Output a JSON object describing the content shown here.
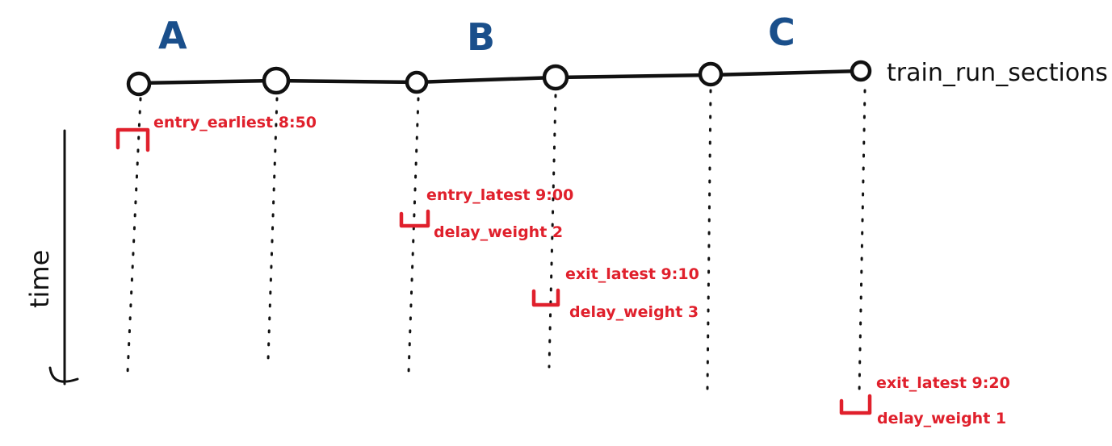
{
  "section_labels": [
    "A",
    "B",
    "C"
  ],
  "track_label": "train_run_sections",
  "axis_label": "time",
  "annotations": {
    "entry_earliest": "entry_earliest 8:50",
    "entry_latest": "entry_latest 9:00",
    "delay_weight_b": "delay_weight 2",
    "exit_latest_b": "exit_latest 9:10",
    "delay_weight_c": "delay_weight 3",
    "exit_latest_end": "exit_latest 9:20",
    "delay_weight_end": "delay_weight 1"
  },
  "colors": {
    "section_label": "#1a4f8b",
    "ink": "#111111",
    "annotation": "#e0202c"
  }
}
